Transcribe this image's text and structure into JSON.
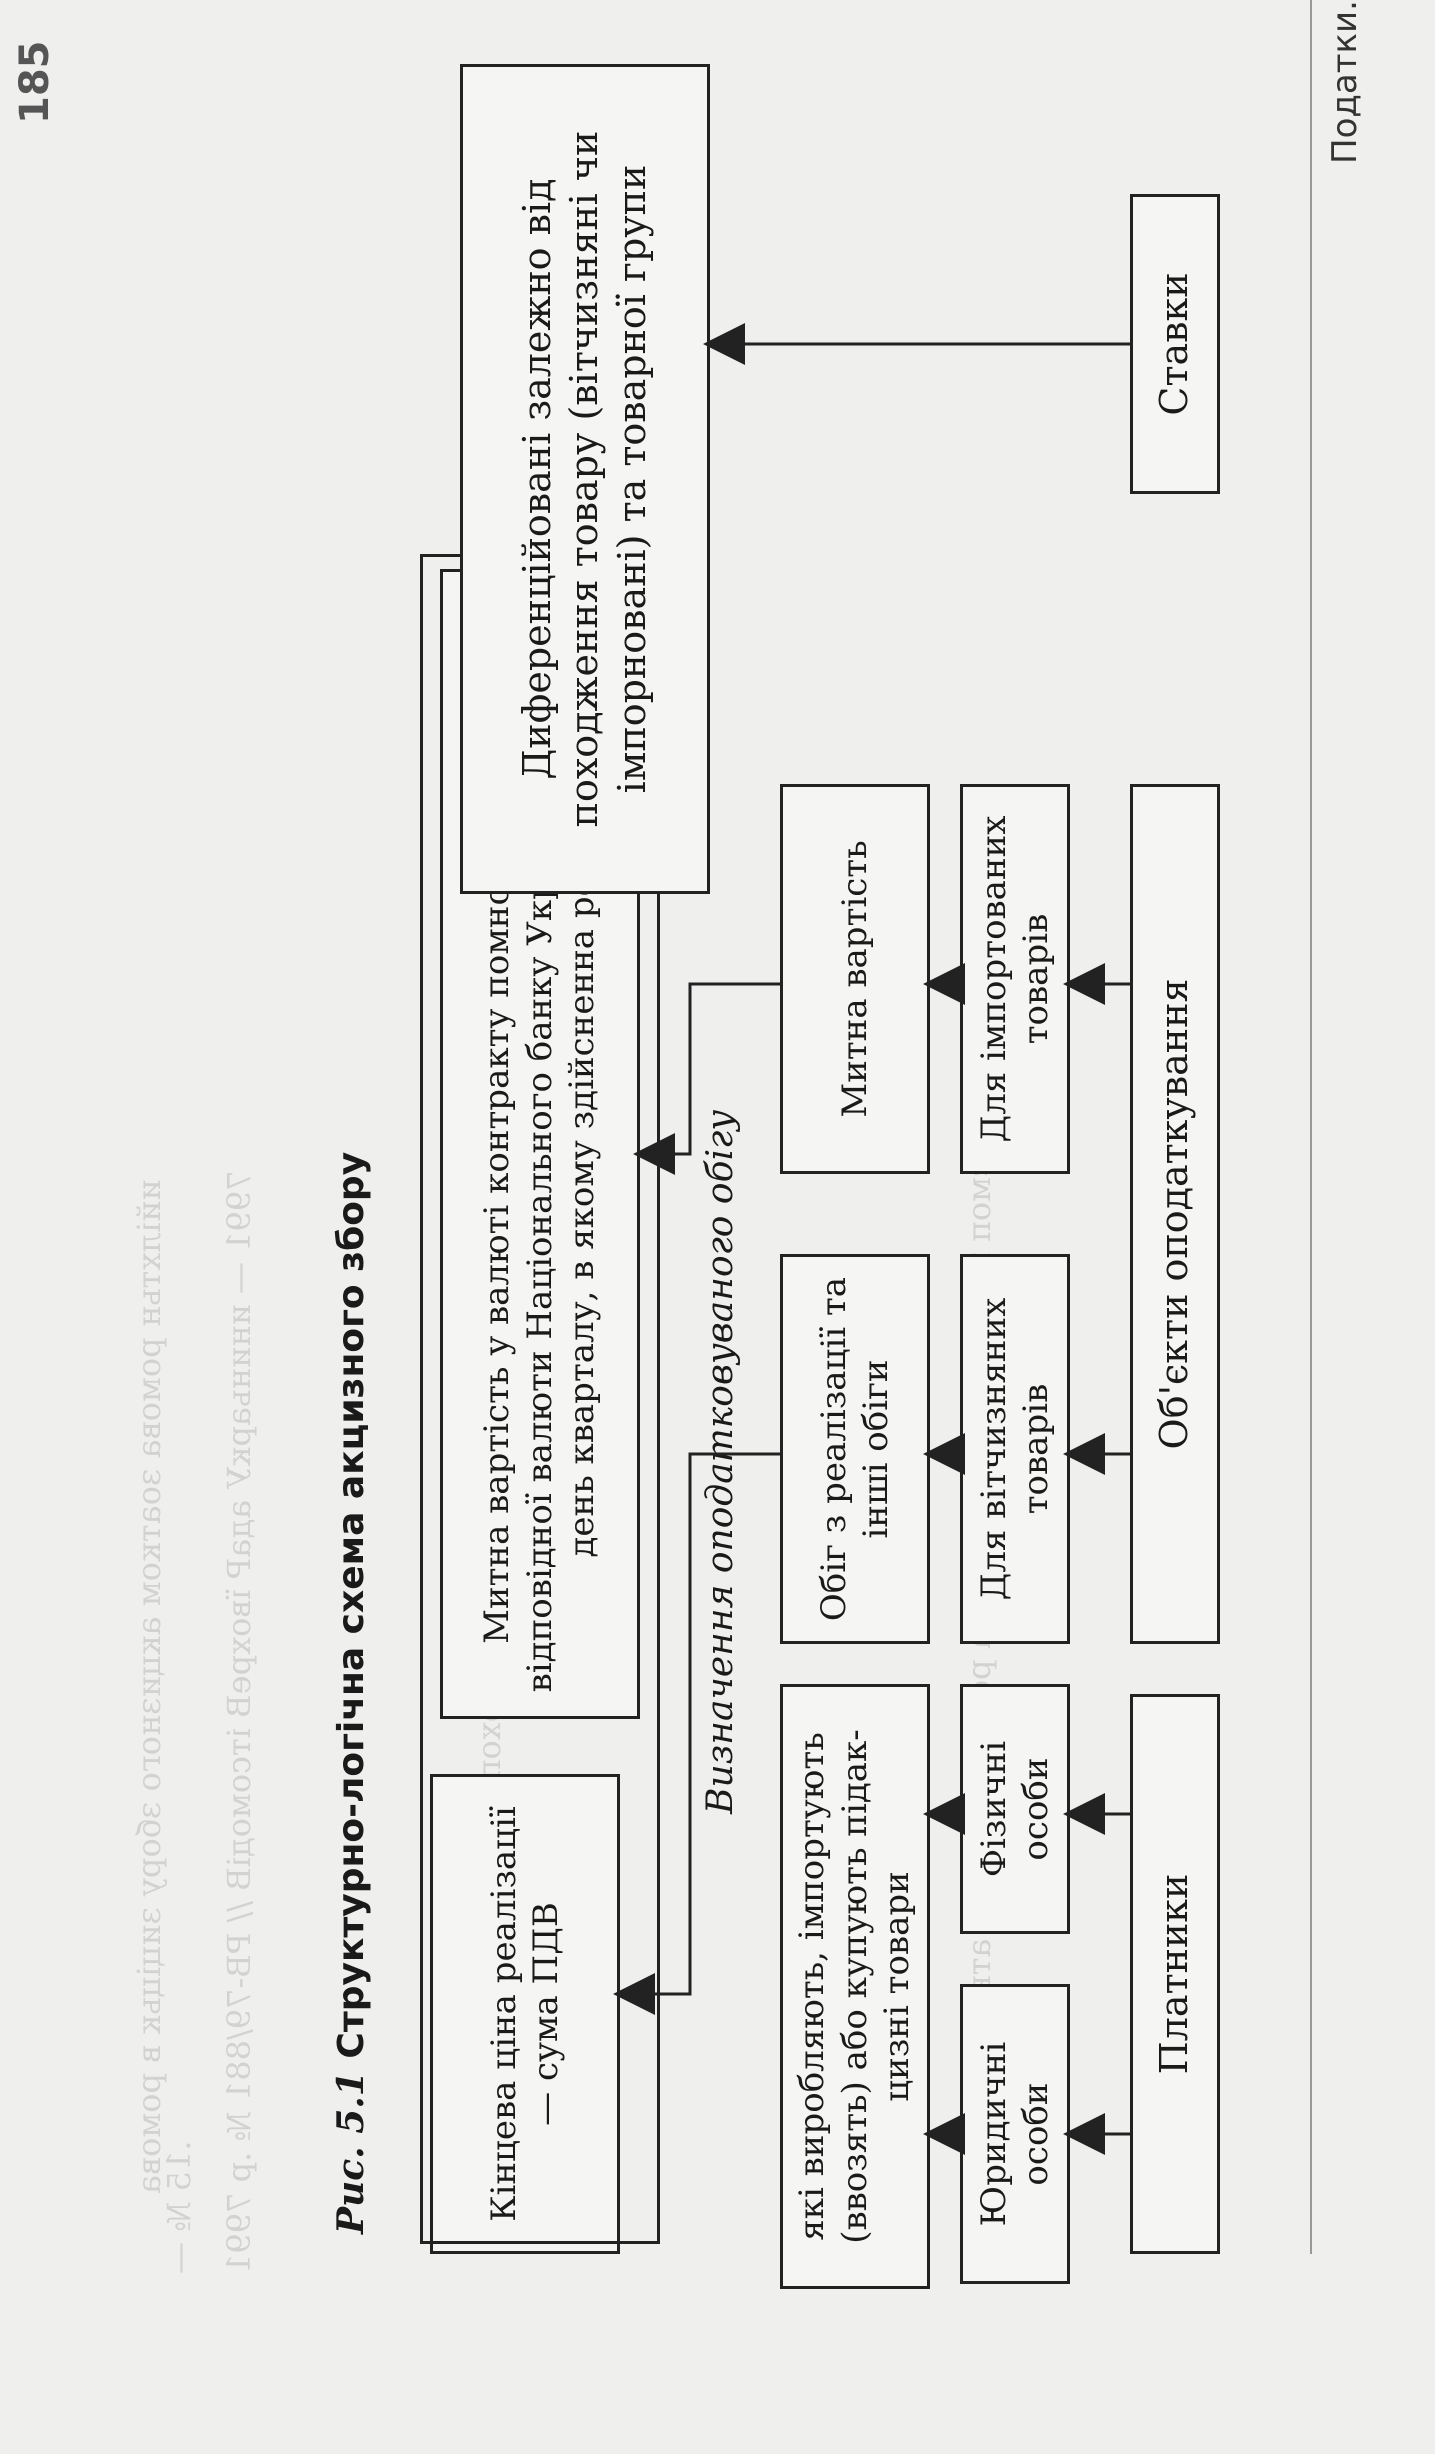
{
  "header": {
    "running_title": "Податки. Податкова система",
    "page_number": "185"
  },
  "diagram": {
    "payers": "Платники",
    "payers_legal": "Юридичні особи",
    "payers_physical": "Фізичні особи",
    "payers_who": "які виробляють, імпортують (ввозять) або купують підак-цизні товари",
    "objects": "Об'єкти оподаткування",
    "objects_domestic": "Для вітчизняних товарів",
    "objects_import": "Для імпортованих товарів",
    "turnover": "Обіг з реалізації та інші обіги",
    "customs_value": "Митна вартість",
    "tax_base_label": "Визначення оподатковуваного обігу",
    "final_price": "Кінцева ціна реалізації — сума ПДВ",
    "customs_currency": "Митна вартість у валюті контракту помножена на курс відповідної валюти Національного банку України на перший день кварталу, в якому здійсненна реалізація",
    "rates": "Ставки",
    "rates_differentiated": "Диференційовані залежно від походження товару (вітчизняні чи імпорновані) та товарної групи"
  },
  "figure": {
    "caption_prefix": "Рис. 5.1",
    "caption_text": "Структурно-логічна схема акцизного збору"
  }
}
